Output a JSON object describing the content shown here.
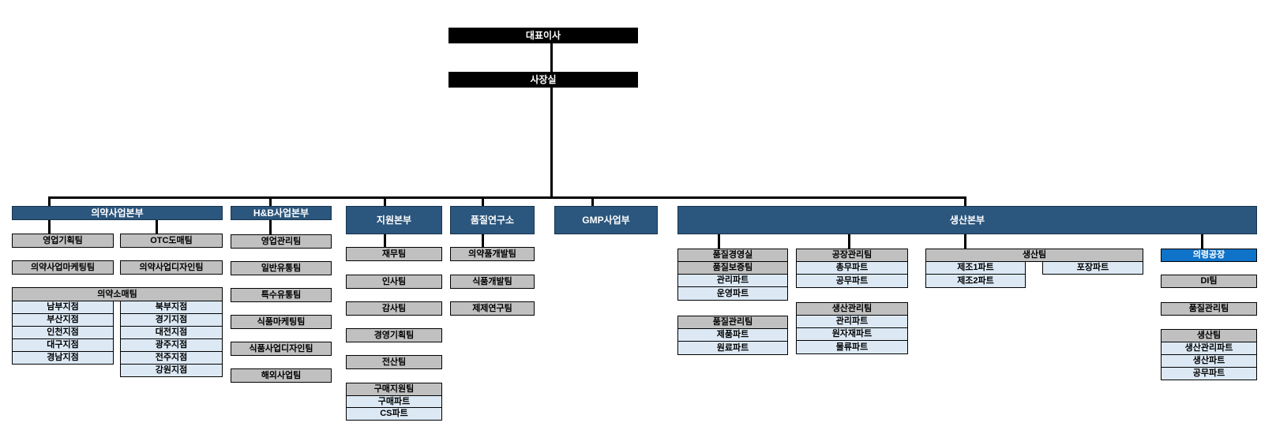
{
  "org": {
    "ceo": "대표이사",
    "president_office": "사장실",
    "pharma_division": {
      "label": "의약사업본부",
      "teams": [
        "영업기획팀",
        "OTC도매팀",
        "의약사업마케팅팀",
        "의약사업디자인팀"
      ],
      "retail_team": {
        "label": "의약소매팀",
        "branches_col1": [
          "남부지점",
          "부산지점",
          "인천지점",
          "대구지점",
          "경남지점"
        ],
        "branches_col2": [
          "북부지점",
          "경기지점",
          "대전지점",
          "광주지점",
          "전주지점",
          "강원지점"
        ]
      }
    },
    "hb_division": {
      "label": "H&B사업본부",
      "teams": [
        "영업관리팀",
        "일반유통팀",
        "특수유통팀",
        "식품마케팅팀",
        "식품사업디자인팀",
        "해외사업팀"
      ]
    },
    "support_division": {
      "label": "지원본부",
      "teams": [
        "재무팀",
        "인사팀",
        "감사팀",
        "경영기획팀",
        "전산팀"
      ],
      "purchase_support_team": {
        "label": "구매지원팀",
        "parts": [
          "구매파트",
          "CS파트"
        ]
      }
    },
    "quality_lab": {
      "label": "품질연구소",
      "teams": [
        "의약품개발팀",
        "식품개발팀",
        "제제연구팀"
      ]
    },
    "gmp_division": {
      "label": "GMP사업부"
    },
    "production_division": {
      "label": "생산본부",
      "quality_mgmt_office": {
        "label": "품질경영실",
        "quality_assurance_team": "품질보증팀",
        "parts": [
          "관리파트",
          "운영파트"
        ]
      },
      "quality_control_team": {
        "label": "품질관리팀",
        "parts": [
          "제품파트",
          "원료파트"
        ]
      },
      "factory_mgmt_team": {
        "label": "공장관리팀",
        "parts": [
          "총무파트",
          "공무파트"
        ]
      },
      "production_mgmt_team": {
        "label": "생산관리팀",
        "parts": [
          "관리파트",
          "원자재파트",
          "물류파트"
        ]
      },
      "production_team": {
        "label": "생산팀",
        "mfg_parts": [
          "제조1파트",
          "제조2파트"
        ],
        "packaging_part": "포장파트"
      },
      "uiryeong_factory": {
        "label": "의령공장",
        "di_team": "DI팀",
        "quality_control_team": "품질관리팀",
        "production_team": {
          "label": "생산팀",
          "parts": [
            "생산관리파트",
            "생산파트",
            "공무파트"
          ]
        }
      }
    }
  },
  "colors": {
    "executive_box": "#000000",
    "division_header": "#2b567d",
    "team_box": "#c0c0c0",
    "part_box": "#dce9f5",
    "uiryeong_factory_header": "#0f73c9",
    "connector_line": "#000000"
  }
}
